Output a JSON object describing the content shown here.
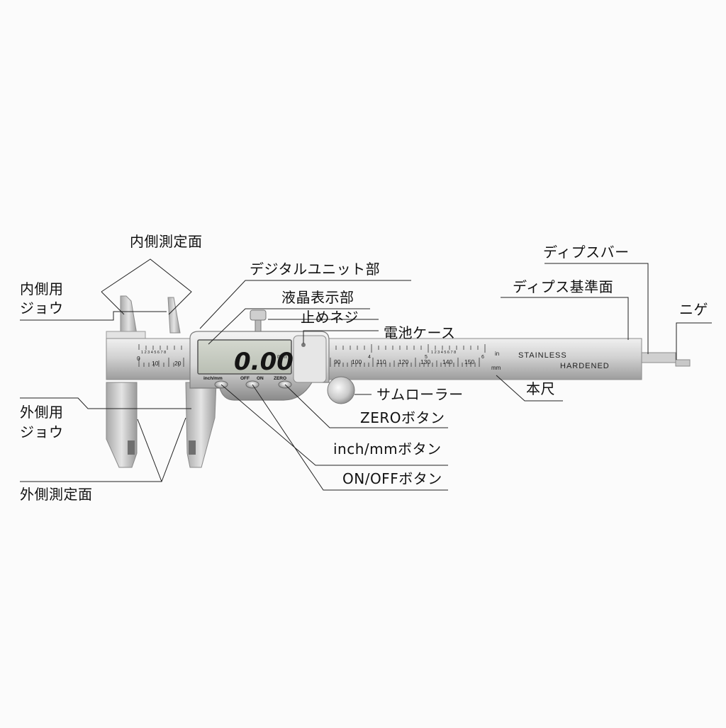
{
  "labels": {
    "inner_measuring_face": "内側測定面",
    "inner_jaw_line1": "内側用",
    "inner_jaw_line2": "ジョウ",
    "digital_unit": "デジタルユニット部",
    "lcd_display": "液晶表示部",
    "lock_screw": "止めネジ",
    "battery_case": "電池ケース",
    "depth_bar": "ディプスバー",
    "depth_reference_face": "ディプス基準面",
    "nige": "ニゲ",
    "thumb_roller": "サムローラー",
    "main_scale": "本尺",
    "zero_button": "ZEROボタン",
    "inch_mm_button": "inch/mmボタン",
    "on_off_button": "ON/OFFボタン",
    "outer_jaw_line1": "外側用",
    "outer_jaw_line2": "ジョウ",
    "outer_measuring_face": "外側測定面"
  },
  "display": {
    "reading": "0.00",
    "unit": "mm",
    "btn_inch_mm": "inch/mm",
    "btn_off": "OFF",
    "btn_on": "ON",
    "btn_zero": "ZERO"
  },
  "scale": {
    "inch_unit": "in",
    "mm_unit": "mm",
    "stamp_line1": "STAINLESS",
    "stamp_line2": "HARDENED",
    "mm_numbers_left": [
      "0",
      "10",
      "20"
    ],
    "mm_numbers_right": [
      "90",
      "100",
      "110",
      "120",
      "130",
      "140",
      "150"
    ],
    "inch_numbers": [
      "4",
      "5",
      "6"
    ],
    "inch_sub_digits": "1 2 3 4 5 6 7 8"
  },
  "colors": {
    "background": "#fbfbfb",
    "steel_light": "#dcdcdc",
    "steel_dark": "#8e8e8e",
    "lcd_background": "#c9cdc4",
    "lcd_digits": "#151515",
    "leader_line": "#222222"
  }
}
